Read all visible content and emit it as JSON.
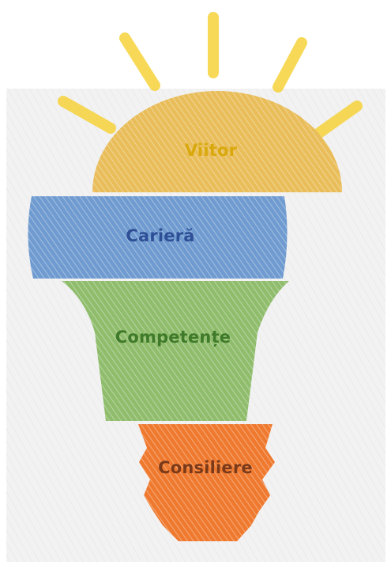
{
  "diagram": {
    "segments": [
      {
        "id": "viitor",
        "label": "Viitor",
        "fill": "#e9bd5a",
        "text_color": "#d9a90c"
      },
      {
        "id": "cariera",
        "label": "Carieră",
        "fill": "#6f9bd0",
        "text_color": "#2e4f96"
      },
      {
        "id": "competente",
        "label": "Competențe",
        "fill": "#8fbd6c",
        "text_color": "#3f7a2a"
      },
      {
        "id": "consiliere",
        "label": "Consiliere",
        "fill": "#ef7a2f",
        "text_color": "#7a3a1a"
      }
    ],
    "rays_color": "#f6d23a",
    "background_color": "#f2f2f2"
  }
}
